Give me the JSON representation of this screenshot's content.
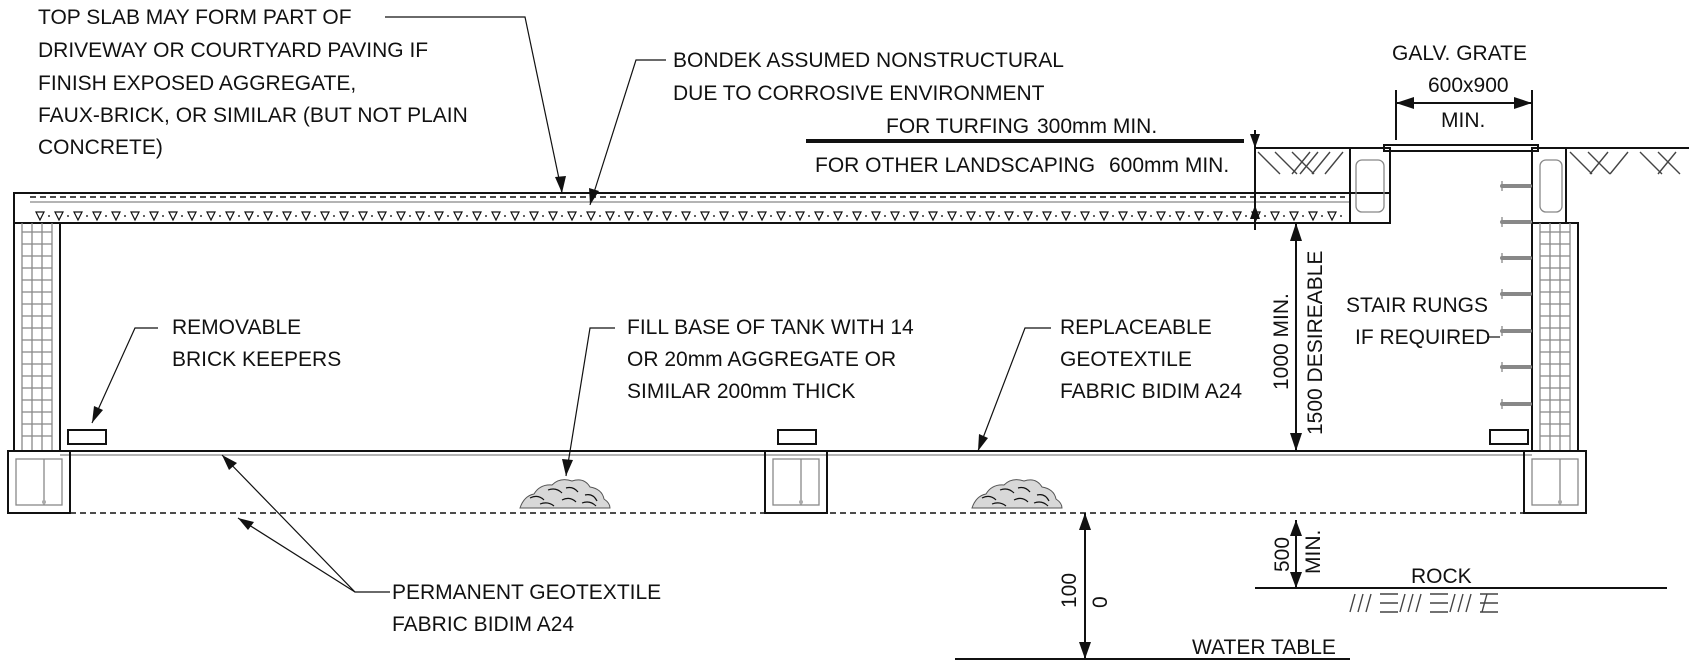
{
  "notes": {
    "top_slab": [
      "TOP SLAB MAY FORM PART OF",
      "DRIVEWAY OR COURTYARD PAVING IF",
      "FINISH EXPOSED AGGREGATE,",
      "FAUX-BRICK, OR SIMILAR (BUT NOT PLAIN",
      "CONCRETE)"
    ],
    "bondek": [
      "BONDEK ASSUMED NONSTRUCTURAL",
      "DUE TO CORROSIVE ENVIRONMENT"
    ],
    "turfing_label": "FOR TURFING",
    "turfing_dim": "300mm MIN.",
    "landscaping_label": "FOR OTHER LANDSCAPING",
    "landscaping_dim": "600mm MIN.",
    "grate": [
      "GALV. GRATE",
      "600x900",
      "MIN."
    ],
    "brick_keepers": [
      "REMOVABLE",
      "BRICK KEEPERS"
    ],
    "fill_base": [
      "FILL BASE OF TANK WITH 14",
      "OR 20mm AGGREGATE OR",
      "SIMILAR 200mm THICK"
    ],
    "replaceable_fabric": [
      "REPLACEABLE",
      "GEOTEXTILE",
      "FABRIC BIDIM A24"
    ],
    "depth_min": "1000 MIN.",
    "depth_desirable": "1500 DESIREABLE",
    "stair_rungs": [
      "STAIR RUNGS",
      "IF REQUIRED"
    ],
    "permanent_fabric": [
      "PERMANENT GEOTEXTILE",
      "FABRIC BIDIM A24"
    ],
    "rock_dim_a": "500",
    "rock_dim_b": "MIN.",
    "rock": "ROCK",
    "water_dim_a": "100",
    "water_dim_b": "0",
    "water_table": "WATER TABLE"
  }
}
